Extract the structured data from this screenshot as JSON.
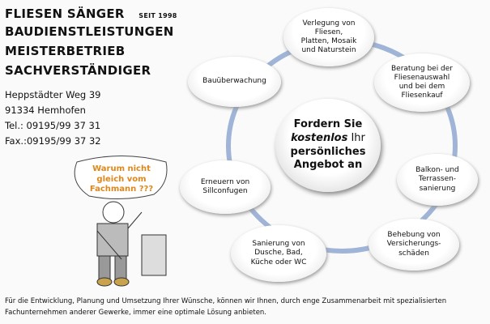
{
  "header": {
    "company": "FLIESEN SÄNGER",
    "since": "SEIT 1998",
    "line2": "BAUDIENSTLEISTUNGEN",
    "line3": "MEISTERBETRIEB",
    "line4": "SACHVERSTÄNDIGER"
  },
  "address": {
    "street": "Heppstädter Weg 39",
    "city": "91334 Hemhofen",
    "tel": "Tel.: 09195/99 37 31",
    "fax": "Fax.:09195/99 37 32"
  },
  "bubble": {
    "line1": "Warum nicht",
    "line2": "gleich vom",
    "line3": "Fachmann ???"
  },
  "center": {
    "line1": "Fordern Sie",
    "kostenlos": "kostenlos",
    "ihr": " Ihr",
    "line3": "persönliches",
    "line4": "Angebot an"
  },
  "services": [
    "Verlegung von Fliesen, Platten, Mosaik und Naturstein",
    "Beratung bei der Fliesenauswahl und bei dem Fliesenkauf",
    "Balkon- und Terrassen-sanierung",
    "Behebung von Versicherungs-schäden",
    "Sanierung von Dusche, Bad, Küche oder WC",
    "Erneuern von Sillconfugen",
    "Bauüberwachung"
  ],
  "footer": "Für die Entwicklung, Planung und Umsetzung Ihrer Wünsche, können wir Ihnen, durch enge Zusammenarbeit mit spezialisierten Fachunternehmen anderer Gewerke, immer eine optimale Lösung anbieten.",
  "colors": {
    "ring": "#9fb4d6",
    "bubble_text": "#e0871a"
  }
}
